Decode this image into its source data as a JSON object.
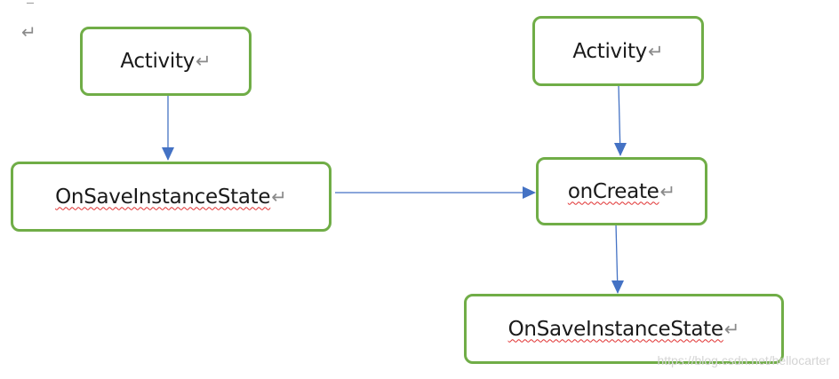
{
  "diagram": {
    "nodes": [
      {
        "id": "activity-left",
        "label": "Activity",
        "spellcheck": false
      },
      {
        "id": "onsave-left",
        "label": "OnSaveInstanceState",
        "spellcheck": true
      },
      {
        "id": "activity-right",
        "label": "Activity",
        "spellcheck": false
      },
      {
        "id": "oncreate",
        "label": "onCreate",
        "spellcheck": true
      },
      {
        "id": "onsave-right",
        "label": "OnSaveInstanceState",
        "spellcheck": true
      }
    ],
    "edges": [
      {
        "from": "activity-left",
        "to": "onsave-left"
      },
      {
        "from": "onsave-left",
        "to": "oncreate"
      },
      {
        "from": "activity-right",
        "to": "oncreate"
      },
      {
        "from": "oncreate",
        "to": "onsave-right"
      }
    ],
    "paragraph_mark": "↵",
    "colors": {
      "box_border": "#70ad47",
      "arrow": "#4472c4",
      "spellcheck_underline": "#e03030"
    }
  },
  "watermark": "https://blog.csdn.net/hellocarter"
}
